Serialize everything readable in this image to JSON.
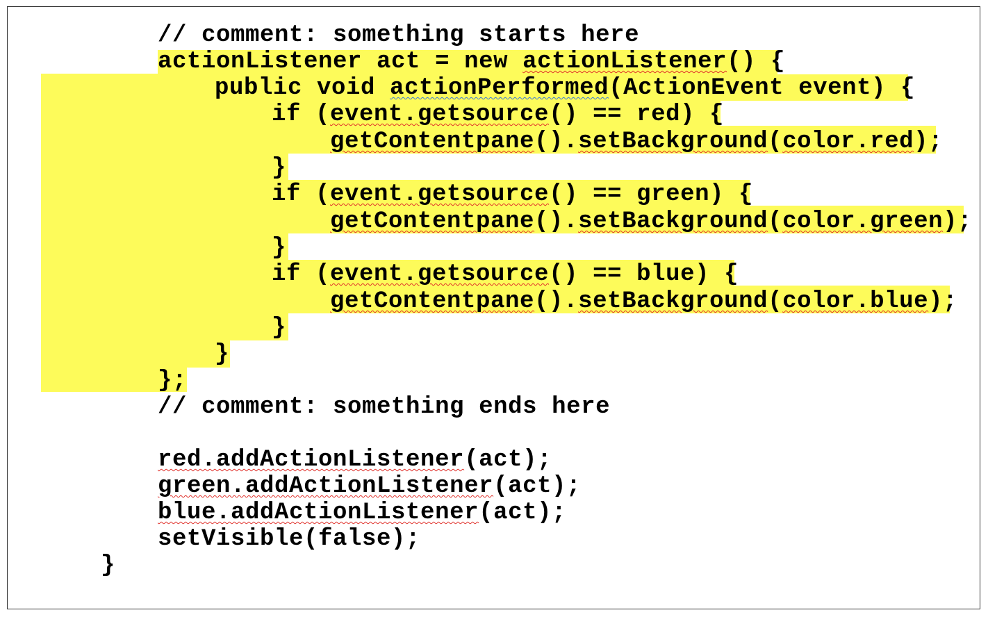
{
  "document": {
    "highlight_color": "#fdfb5a",
    "lines": [
      {
        "segments": [
          {
            "text": "// comment: something starts here",
            "mark": ""
          }
        ]
      },
      {
        "segments": [
          {
            "text": "actionListener act = new ",
            "mark": ""
          },
          {
            "text": "actionListener",
            "mark": "sq"
          },
          {
            "text": "() {",
            "mark": ""
          }
        ]
      },
      {
        "segments": [
          {
            "text": "public void ",
            "mark": ""
          },
          {
            "text": "actionPerformed",
            "mark": "sqb"
          },
          {
            "text": "(ActionEvent event) {",
            "mark": ""
          }
        ]
      },
      {
        "segments": [
          {
            "text": "if (",
            "mark": ""
          },
          {
            "text": "event.getsource",
            "mark": "sq"
          },
          {
            "text": "() == red) {",
            "mark": ""
          }
        ]
      },
      {
        "segments": [
          {
            "text": "getContentpane",
            "mark": "sq"
          },
          {
            "text": "().",
            "mark": ""
          },
          {
            "text": "setBackground",
            "mark": "sq"
          },
          {
            "text": "(",
            "mark": ""
          },
          {
            "text": "color.red",
            "mark": "sq"
          },
          {
            "text": ");",
            "mark": ""
          }
        ]
      },
      {
        "segments": [
          {
            "text": "}",
            "mark": ""
          }
        ]
      },
      {
        "segments": [
          {
            "text": "if (",
            "mark": ""
          },
          {
            "text": "event.getsource",
            "mark": "sq"
          },
          {
            "text": "() == green) {",
            "mark": ""
          }
        ]
      },
      {
        "segments": [
          {
            "text": "getContentpane",
            "mark": "sq"
          },
          {
            "text": "().",
            "mark": ""
          },
          {
            "text": "setBackground",
            "mark": "sq"
          },
          {
            "text": "(",
            "mark": ""
          },
          {
            "text": "color.green",
            "mark": "sq"
          },
          {
            "text": ");",
            "mark": ""
          }
        ]
      },
      {
        "segments": [
          {
            "text": "}",
            "mark": ""
          }
        ]
      },
      {
        "segments": [
          {
            "text": "if (",
            "mark": ""
          },
          {
            "text": "event.getsource",
            "mark": "sq"
          },
          {
            "text": "() == blue) {",
            "mark": ""
          }
        ]
      },
      {
        "segments": [
          {
            "text": "getContentpane",
            "mark": "sq"
          },
          {
            "text": "().",
            "mark": ""
          },
          {
            "text": "setBackground",
            "mark": "sq"
          },
          {
            "text": "(",
            "mark": ""
          },
          {
            "text": "color.blue",
            "mark": "sq"
          },
          {
            "text": ");",
            "mark": ""
          }
        ]
      },
      {
        "segments": [
          {
            "text": "}",
            "mark": ""
          }
        ]
      },
      {
        "segments": [
          {
            "text": "}",
            "mark": ""
          }
        ]
      },
      {
        "segments": [
          {
            "text": "};",
            "mark": ""
          }
        ]
      },
      {
        "segments": [
          {
            "text": "// comment: something ends here",
            "mark": ""
          }
        ]
      },
      {
        "segments": [
          {
            "text": "red.addActionListener",
            "mark": "sq"
          },
          {
            "text": "(act);",
            "mark": ""
          }
        ]
      },
      {
        "segments": [
          {
            "text": "green.addActionListener",
            "mark": "sq"
          },
          {
            "text": "(act);",
            "mark": ""
          }
        ]
      },
      {
        "segments": [
          {
            "text": "blue.addActionListener",
            "mark": "sq"
          },
          {
            "text": "(act);",
            "mark": ""
          }
        ]
      },
      {
        "segments": [
          {
            "text": "setVisible(false);",
            "mark": ""
          }
        ]
      },
      {
        "segments": [
          {
            "text": "}",
            "mark": ""
          }
        ]
      }
    ]
  }
}
